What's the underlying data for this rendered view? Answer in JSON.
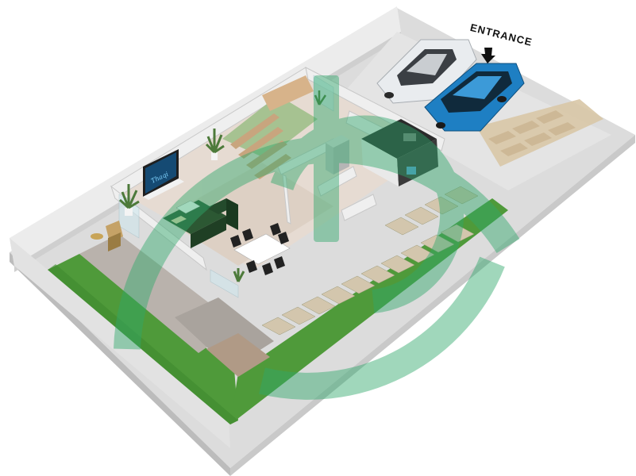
{
  "plan": {
    "entrance_label": "ENTRANCE",
    "tv_screen_text": "Thaqi",
    "watermark": "brand-logo-watermark"
  },
  "colors": {
    "grass": "#4f9a3a",
    "wall": "#d9d9d9",
    "wall_shadow": "#c4c4c4",
    "floor_interior": "#e6dbd2",
    "paving": "#b9b2ac",
    "wood_deck": "#b59c86",
    "stairs": "#c8a57e",
    "car_white": "#e9ecef",
    "car_blue": "#1e7fc3",
    "watermark_green": "#2ea86b",
    "sofa": "#244b2c"
  },
  "icons": [
    "entrance-arrow-icon"
  ]
}
